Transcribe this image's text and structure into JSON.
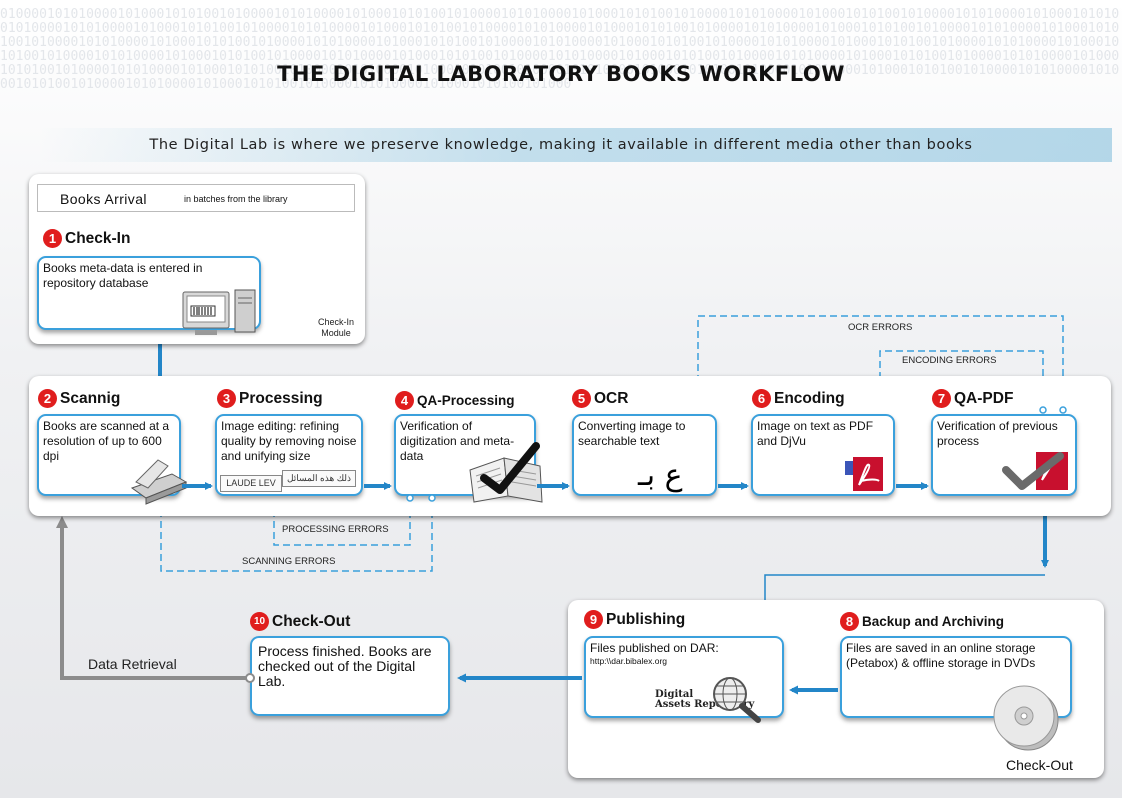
{
  "title": "THE DIGITAL LABORATORY BOOKS WORKFLOW",
  "subtitle": "The Digital Lab is where we preserve knowledge, making it available in different media other than books",
  "binary_pattern": "01000010101000010100010101001010000101010000101000101010010100001010100001010001010100101000010101000010100010101001010000101010000101000101010010100001010100001010001010100101000010101000010100010101001010000101010000101000101010010100001010100001010001010100101000010101000010100010101001010000101010000101000101010010100001010100001010001010100101000010101000010100010101001010000101010000101000101010010100001010100001010001010100101000010101000010100010101001010000101010000101000101010010100001010100001010001010100101000010101000010100010101001010000101010000101000101010010100001010100001010001010100101000010101000010100010101001010000101010000101000101010010100001010100001010001010100101000010101000010100010101001010000101010000101000101010010100001010100001010001010100101000",
  "arrival": {
    "label": "Books Arrival",
    "note": "in batches from the library"
  },
  "steps": {
    "checkin": {
      "num": "1",
      "title": "Check-In",
      "desc": "Books meta-data is entered in repository database",
      "module": "Check-In Module"
    },
    "scanning": {
      "num": "2",
      "title": "Scannig",
      "desc": "Books are scanned at a resolution of up to 600 dpi"
    },
    "processing": {
      "num": "3",
      "title": "Processing",
      "desc": "Image editing: refining quality by removing noise and unifying size",
      "sample_latin": "LAUDE LEV",
      "sample_arabic": "ذلك هذه المسائل"
    },
    "qa_processing": {
      "num": "4",
      "title": "QA-Processing",
      "desc": "Verification of digitization and meta-data"
    },
    "ocr": {
      "num": "5",
      "title": "OCR",
      "desc": "Converting image to searchable text",
      "glyph": "ع بـ"
    },
    "encoding": {
      "num": "6",
      "title": "Encoding",
      "desc": "Image on text as PDF and DjVu"
    },
    "qa_pdf": {
      "num": "7",
      "title": "QA-PDF",
      "desc": "Verification of previous process"
    },
    "backup": {
      "num": "8",
      "title": "Backup and Archiving",
      "desc": "Files are saved in an online storage (Petabox) & offline storage in DVDs"
    },
    "publishing": {
      "num": "9",
      "title": "Publishing",
      "desc": "Files published on DAR:",
      "url": "http:\\\\dar.bibalex.org",
      "logo_line1": "Digital",
      "logo_line2": "Assets",
      "logo_line3": "Repository"
    },
    "checkout": {
      "num": "10",
      "title": "Check-Out",
      "desc": "Process finished. Books are checked out of the Digital Lab."
    }
  },
  "errors": {
    "ocr": "OCR ERRORS",
    "encoding": "ENCODING ERRORS",
    "processing": "PROCESSING ERRORS",
    "scanning": "SCANNING ERRORS"
  },
  "data_retrieval": "Data Retrieval",
  "bottom_panel_label": "Check-Out",
  "colors": {
    "accent": "#3aa0dc",
    "step_number": "#e01d1d",
    "arrow": "#2386c8",
    "return_arrow": "#8c8c8c"
  }
}
